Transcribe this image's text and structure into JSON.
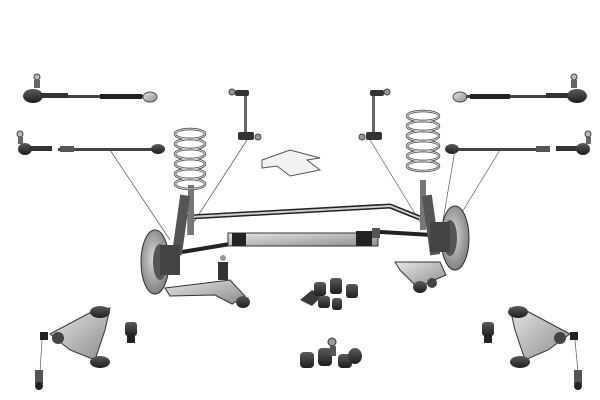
{
  "diagram": {
    "kind": "exploded suspension and steering parts kit",
    "labels": [],
    "colors": {
      "background": "#ffffff",
      "part_dark": "#2b2b2b",
      "part_mid": "#6e6e6e",
      "part_light": "#bdbdbd",
      "line": "#4a4a4a",
      "spring": "#8a8a8a",
      "arrow_fill": "#f2f2f2"
    },
    "parts": [
      "tie-rod-end-left-upper",
      "tie-rod-left-upper",
      "tie-rod-end-left-lower",
      "tie-rod-left-lower",
      "tie-rod-right-upper",
      "tie-rod-end-right-upper",
      "tie-rod-right-lower",
      "tie-rod-end-right-lower",
      "stabilizer-link-left",
      "stabilizer-link-right",
      "coil-spring-strut-left",
      "coil-spring-strut-right",
      "steering-rack",
      "stabilizer-bar",
      "brake-disc-left",
      "brake-disc-right",
      "control-arm-left-assembled",
      "control-arm-right-assembled",
      "control-arm-left-loose",
      "control-arm-right-loose",
      "stabilizer-bushing-set",
      "ball-joint-bushing-set",
      "direction-arrow"
    ]
  }
}
